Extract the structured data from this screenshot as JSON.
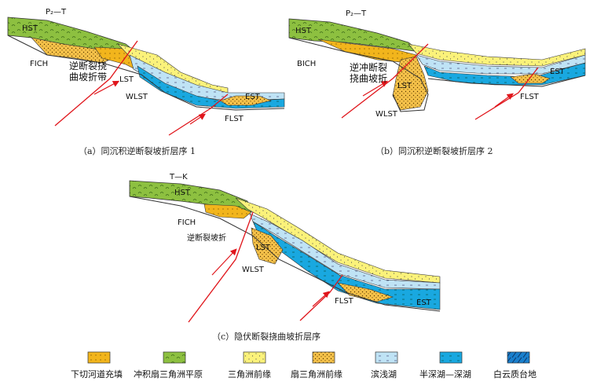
{
  "panels": [
    {
      "id": "a",
      "period": "P₂—T",
      "caption": "（a）同沉积逆断裂坡折层序 1",
      "annotation": "逆断裂挠曲坡折带",
      "units": [
        "HST",
        "FICH",
        "LST",
        "WLST",
        "EST",
        "FLST"
      ]
    },
    {
      "id": "b",
      "period": "P₂—T",
      "caption": "（b）同沉积逆断裂坡折层序 2",
      "annotation": "逆冲断裂挠曲坡折",
      "units": [
        "HST",
        "BICH",
        "LST",
        "WLST",
        "EST",
        "FLST"
      ]
    },
    {
      "id": "c",
      "period": "T—K",
      "caption": "（c）隐伏断裂挠曲坡折层序",
      "annotation": "逆断裂坡折",
      "units": [
        "HST",
        "FICH",
        "LST",
        "WLST",
        "FLST",
        "EST"
      ]
    }
  ],
  "legend": [
    {
      "label": "下切河道充填",
      "color": "#f2b51c",
      "pattern": "dots"
    },
    {
      "label": "冲积扇三角洲平原",
      "color": "#8dc040",
      "pattern": "grass"
    },
    {
      "label": "三角洲前缘",
      "color": "#fbf27a",
      "pattern": "sparse-dots"
    },
    {
      "label": "扇三角洲前缘",
      "color": "#f6c24a",
      "pattern": "dense-dots"
    },
    {
      "label": "滨浅湖",
      "color": "#bfe3f5",
      "pattern": "dashes"
    },
    {
      "label": "半深湖—深湖",
      "color": "#19a8e0",
      "pattern": "dashes"
    },
    {
      "label": "白云质台地",
      "color": "#1a7fcc",
      "pattern": "slashes"
    }
  ],
  "colors": {
    "plain": "#8dc040",
    "fan_front": "#f6c24a",
    "channel": "#f2b51c",
    "delta_front": "#fbf27a",
    "shallow_lake": "#bfe3f5",
    "deep_lake": "#19a8e0",
    "dolomite": "#1a7fcc",
    "fault": "#e0151b"
  }
}
